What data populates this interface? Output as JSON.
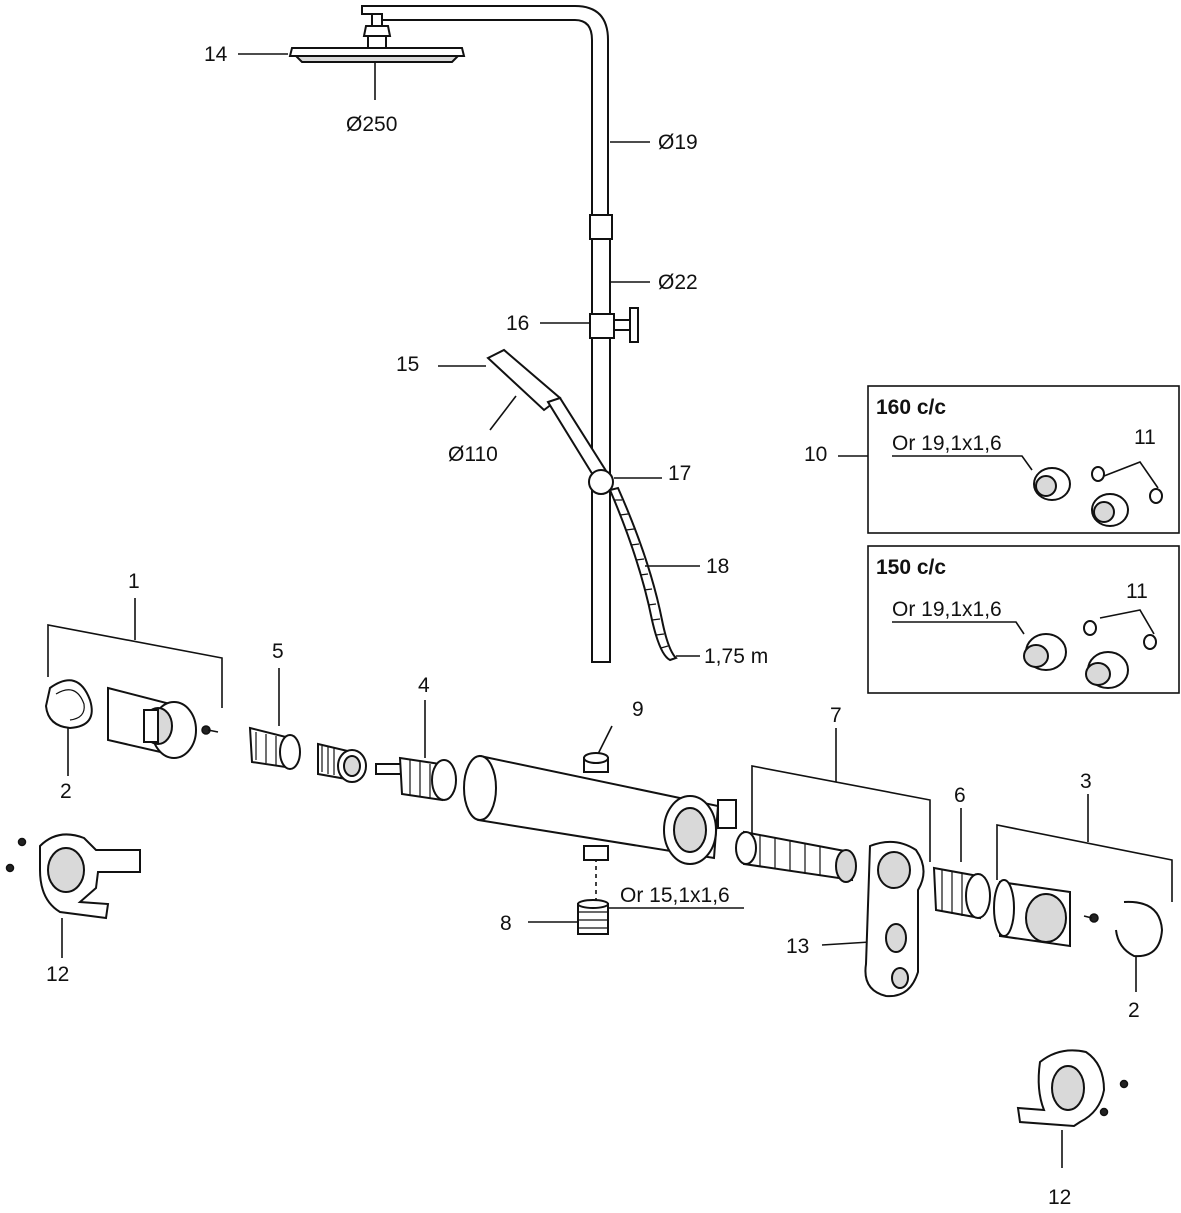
{
  "labels": {
    "l1": "1",
    "l2a": "2",
    "l2b": "2",
    "l3": "3",
    "l4": "4",
    "l5": "5",
    "l6": "6",
    "l7": "7",
    "l8": "8",
    "l9": "9",
    "l10": "10",
    "l11a": "11",
    "l11b": "11",
    "l12a": "12",
    "l12b": "12",
    "l13": "13",
    "l14": "14",
    "l15": "15",
    "l16": "16",
    "l17": "17",
    "l18": "18"
  },
  "dimensions": {
    "head_diameter": "Ø250",
    "upper_pipe": "Ø19",
    "lower_pipe": "Ø22",
    "hand_shower": "Ø110",
    "hose_length": "1,75 m"
  },
  "seals": {
    "outlet": "Or 15,1x1,6",
    "box160": "Or 19,1x1,6",
    "box150": "Or 19,1x1,6"
  },
  "boxes": {
    "box160_title": "160 c/c",
    "box150_title": "150 c/c"
  }
}
